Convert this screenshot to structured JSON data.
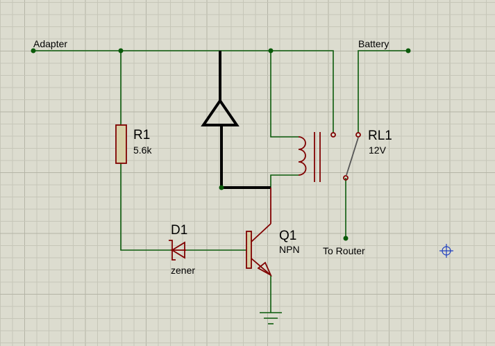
{
  "colors": {
    "background": "#dcdccf",
    "grid_minor": "#c6c6b8",
    "grid_major": "#b4b4a6",
    "wire": "#0a5a0a",
    "component": "#800000",
    "component_fill": "#d8d0a8",
    "bold_wire": "#000000",
    "marker": "#1f3fbf"
  },
  "nets": {
    "adapter": "Adapter",
    "battery": "Battery",
    "router": "To Router"
  },
  "components": {
    "r1": {
      "ref": "R1",
      "value": "5.6k"
    },
    "d1": {
      "ref": "D1",
      "value": "zener"
    },
    "q1": {
      "ref": "Q1",
      "value": "NPN"
    },
    "rl1": {
      "ref": "RL1",
      "value": "12V"
    }
  }
}
